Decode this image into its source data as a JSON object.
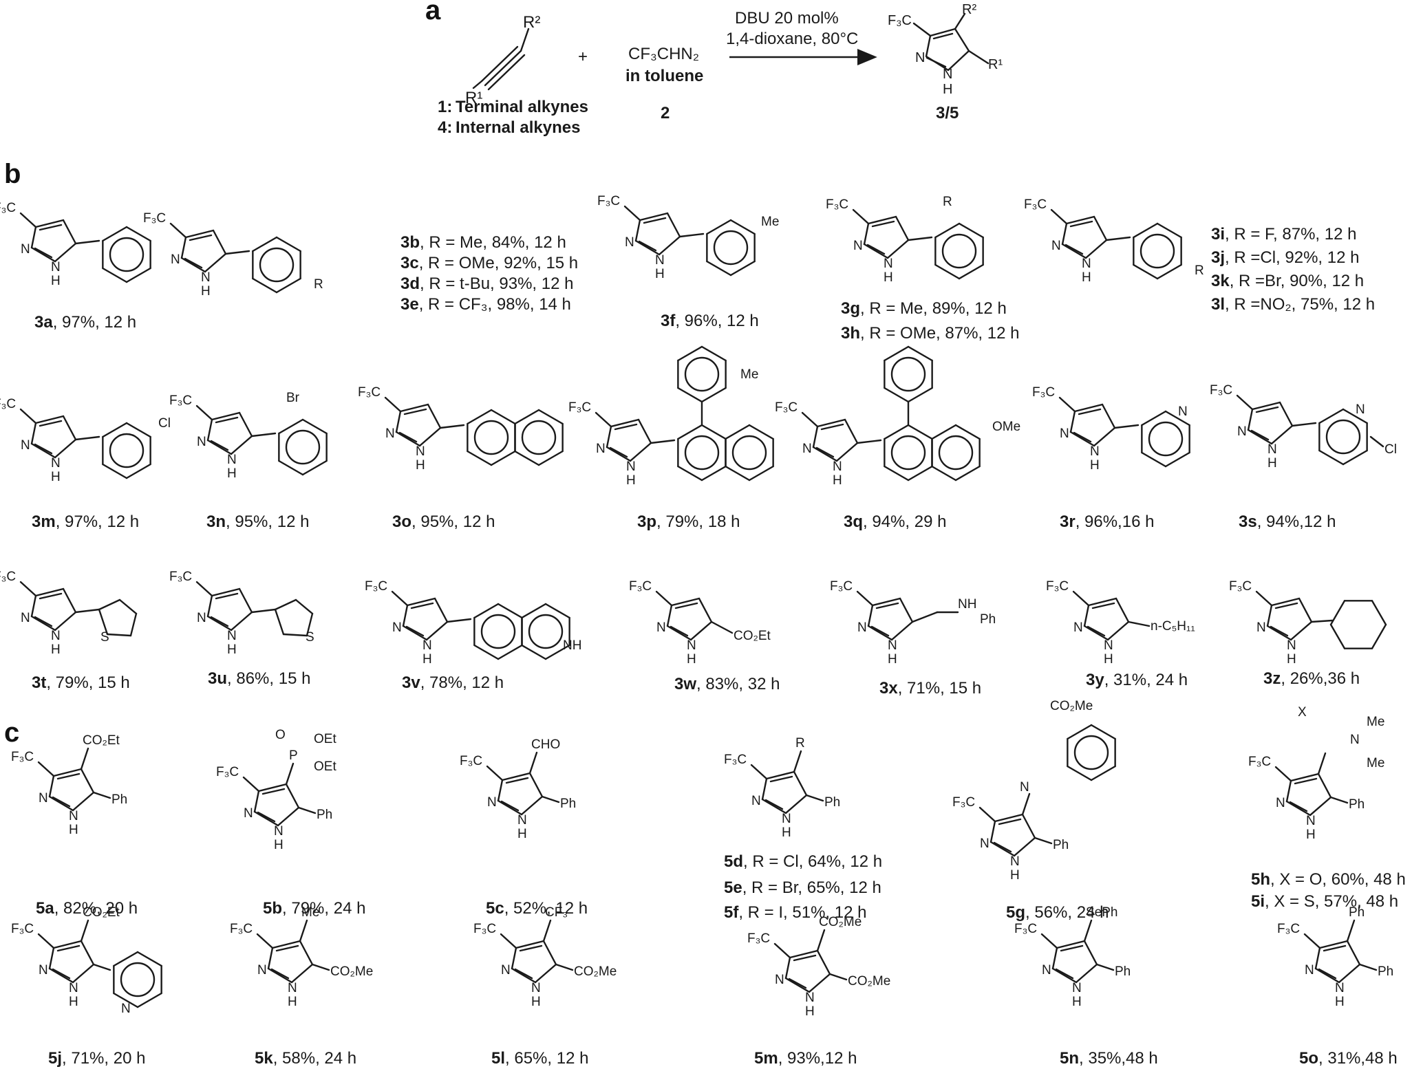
{
  "panels": {
    "a": "a",
    "b": "b",
    "c": "c"
  },
  "reaction": {
    "plus": "+",
    "alkyne_r1": "R¹",
    "alkyne_r2": "R²",
    "reagent": "CF₃CHN₂",
    "reagent_solvent": "in toluene",
    "reagent_number": "2",
    "condition_1": "DBU 20 mol%",
    "condition_2": "1,4-dioxane, 80°C",
    "alkyne_label_1_num": "1:",
    "alkyne_label_1_text": "Terminal alkynes",
    "alkyne_label_2_num": "4:",
    "alkyne_label_2_text": "Internal alkynes",
    "product_label": "3/5",
    "product_r1": "R¹",
    "product_r2": "R²"
  },
  "compounds_b": [
    {
      "id": "3a",
      "text": ", 97%, 12 h"
    },
    {
      "id": "3b",
      "text": ", R = Me, 84%, 12 h"
    },
    {
      "id": "3c",
      "text": ", R = OMe, 92%, 15 h"
    },
    {
      "id": "3d",
      "text": ", R = t-Bu, 93%, 12 h"
    },
    {
      "id": "3e",
      "text": ", R = CF₃, 98%, 14 h"
    },
    {
      "id": "3f",
      "text": ", 96%, 12 h"
    },
    {
      "id": "3g",
      "text": ", R = Me, 89%, 12 h"
    },
    {
      "id": "3h",
      "text": ", R = OMe, 87%, 12 h"
    },
    {
      "id": "3i",
      "text": ", R = F, 87%, 12 h"
    },
    {
      "id": "3j",
      "text": ", R =Cl, 92%, 12 h"
    },
    {
      "id": "3k",
      "text": ", R =Br, 90%, 12 h"
    },
    {
      "id": "3l",
      "text": ", R =NO₂, 75%, 12 h"
    },
    {
      "id": "3m",
      "text": ", 97%, 12 h"
    },
    {
      "id": "3n",
      "text": ", 95%, 12 h"
    },
    {
      "id": "3o",
      "text": ", 95%, 12 h"
    },
    {
      "id": "3p",
      "text": ", 79%, 18 h"
    },
    {
      "id": "3q",
      "text": ", 94%, 29 h"
    },
    {
      "id": "3r",
      "text": ", 96%,16 h"
    },
    {
      "id": "3s",
      "text": ", 94%,12 h"
    },
    {
      "id": "3t",
      "text": ", 79%, 15 h"
    },
    {
      "id": "3u",
      "text": ", 86%, 15 h"
    },
    {
      "id": "3v",
      "text": ", 78%, 12 h"
    },
    {
      "id": "3w",
      "text": ", 83%, 32 h"
    },
    {
      "id": "3x",
      "text": ", 71%, 15 h"
    },
    {
      "id": "3y",
      "text": ", 31%, 24 h"
    },
    {
      "id": "3z",
      "text": ", 26%,36 h"
    }
  ],
  "compounds_c": [
    {
      "id": "5a",
      "text": ", 82%, 20 h"
    },
    {
      "id": "5b",
      "text": ", 79%, 24 h"
    },
    {
      "id": "5c",
      "text": ", 52%, 12 h"
    },
    {
      "id": "5d",
      "text": ", R = Cl, 64%, 12 h"
    },
    {
      "id": "5e",
      "text": ", R = Br, 65%, 12 h"
    },
    {
      "id": "5f",
      "text": ", R = I, 51%, 12 h"
    },
    {
      "id": "5g",
      "text": ", 56%, 24 h"
    },
    {
      "id": "5h",
      "text": ", X = O, 60%, 48 h"
    },
    {
      "id": "5i",
      "text": ", X = S, 57%, 48 h"
    },
    {
      "id": "5j",
      "text": ", 71%, 20 h"
    },
    {
      "id": "5k",
      "text": ", 58%, 24 h"
    },
    {
      "id": "5l",
      "text": ", 65%, 12 h"
    },
    {
      "id": "5m",
      "text": ", 93%,12 h"
    },
    {
      "id": "5n",
      "text": ", 35%,48 h"
    },
    {
      "id": "5o",
      "text": ", 31%,48 h"
    }
  ],
  "atoms": {
    "cf3": "F₃C",
    "n": "N",
    "nh": "N",
    "h": "H",
    "r": "R",
    "me": "Me",
    "ome": "OMe",
    "cl": "Cl",
    "br": "Br",
    "s": "S",
    "nh_ring": "NH",
    "co2et": "CO₂Et",
    "co2me": "CO₂Me",
    "cho": "CHO",
    "ph": "Ph",
    "h_ph": "N",
    "ph2": "—Ph",
    "pentyl": "n-C₅H₁₁",
    "oet": "OEt",
    "o": "O",
    "p": "P",
    "cf3b": "CF₃",
    "seph": "SePh",
    "x": "X",
    "pyN": "N",
    "clb": "Cl"
  }
}
